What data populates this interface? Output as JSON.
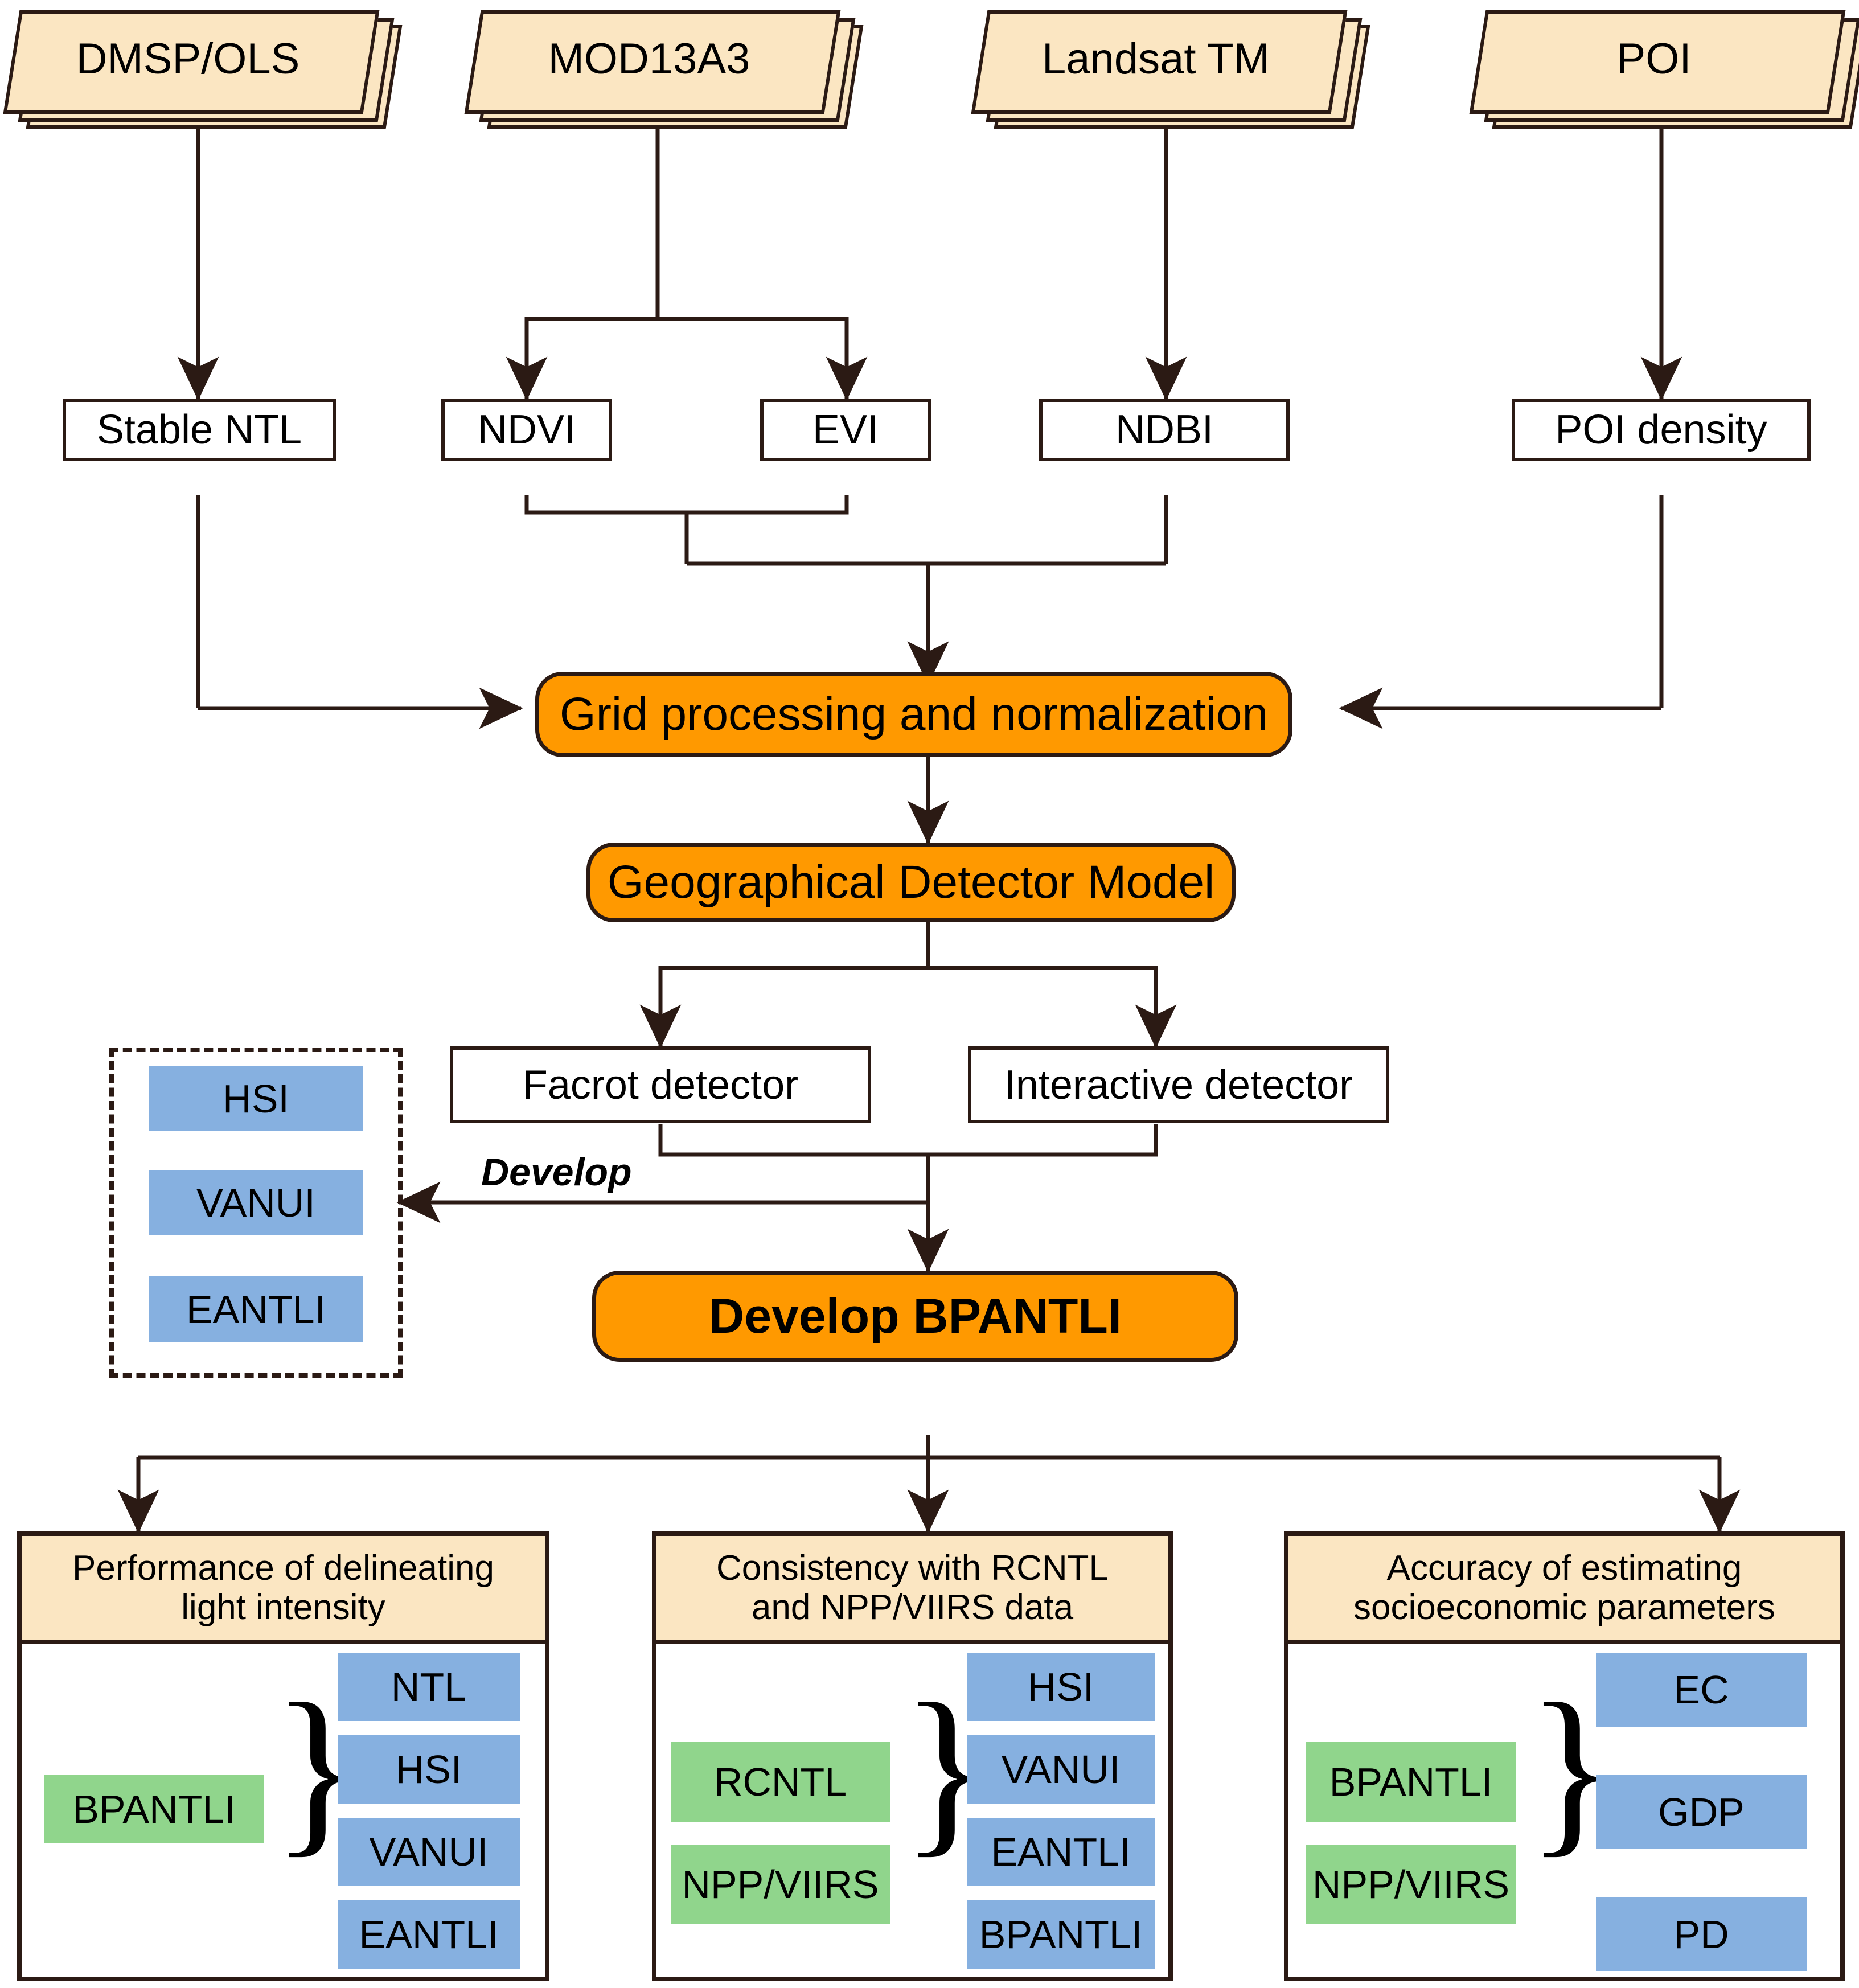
{
  "diagram": {
    "title": "BPANTLI development workflow",
    "colors": {
      "source_fill": "#fbe6c2",
      "process_fill": "#FF9900",
      "index_chip": "#86b0e0",
      "reference_chip": "#90d58c",
      "stroke": "#2b1a14"
    }
  },
  "sources": [
    {
      "label": "DMSP/OLS"
    },
    {
      "label": "MOD13A3"
    },
    {
      "label": "Landsat TM"
    },
    {
      "label": "POI"
    }
  ],
  "variables": [
    {
      "label": "Stable NTL"
    },
    {
      "label": "NDVI"
    },
    {
      "label": "EVI"
    },
    {
      "label": "NDBI"
    },
    {
      "label": "POI density"
    }
  ],
  "process": {
    "grid": "Grid processing and normalization",
    "model": "Geographical Detector Model",
    "develop": "Develop BPANTLI"
  },
  "detectors": [
    {
      "label": "Facrot detector"
    },
    {
      "label": "Interactive detector"
    }
  ],
  "develop_edge_label": "Develop",
  "existing_indices": [
    {
      "label": "HSI"
    },
    {
      "label": "VANUI"
    },
    {
      "label": "EANTLI"
    }
  ],
  "panels": [
    {
      "heading": "Performance of delineating\nlight intensity",
      "left": [
        {
          "label": "BPANTLI",
          "kind": "green"
        }
      ],
      "right": [
        {
          "label": "NTL",
          "kind": "blue"
        },
        {
          "label": "HSI",
          "kind": "blue"
        },
        {
          "label": "VANUI",
          "kind": "blue"
        },
        {
          "label": "EANTLI",
          "kind": "blue"
        }
      ],
      "brace": "}"
    },
    {
      "heading": "Consistency with RCNTL\nand NPP/VIIRS data",
      "left": [
        {
          "label": "RCNTL",
          "kind": "green"
        },
        {
          "label": "NPP/VIIRS",
          "kind": "green"
        }
      ],
      "right": [
        {
          "label": "HSI",
          "kind": "blue"
        },
        {
          "label": "VANUI",
          "kind": "blue"
        },
        {
          "label": "EANTLI",
          "kind": "blue"
        },
        {
          "label": "BPANTLI",
          "kind": "blue"
        }
      ],
      "brace": "}"
    },
    {
      "heading": "Accuracy of estimating\nsocioeconomic parameters",
      "left": [
        {
          "label": "BPANTLI",
          "kind": "green"
        },
        {
          "label": "NPP/VIIRS",
          "kind": "green"
        }
      ],
      "right": [
        {
          "label": "EC",
          "kind": "blue"
        },
        {
          "label": "GDP",
          "kind": "blue"
        },
        {
          "label": "PD",
          "kind": "blue"
        }
      ],
      "brace": "}"
    }
  ]
}
